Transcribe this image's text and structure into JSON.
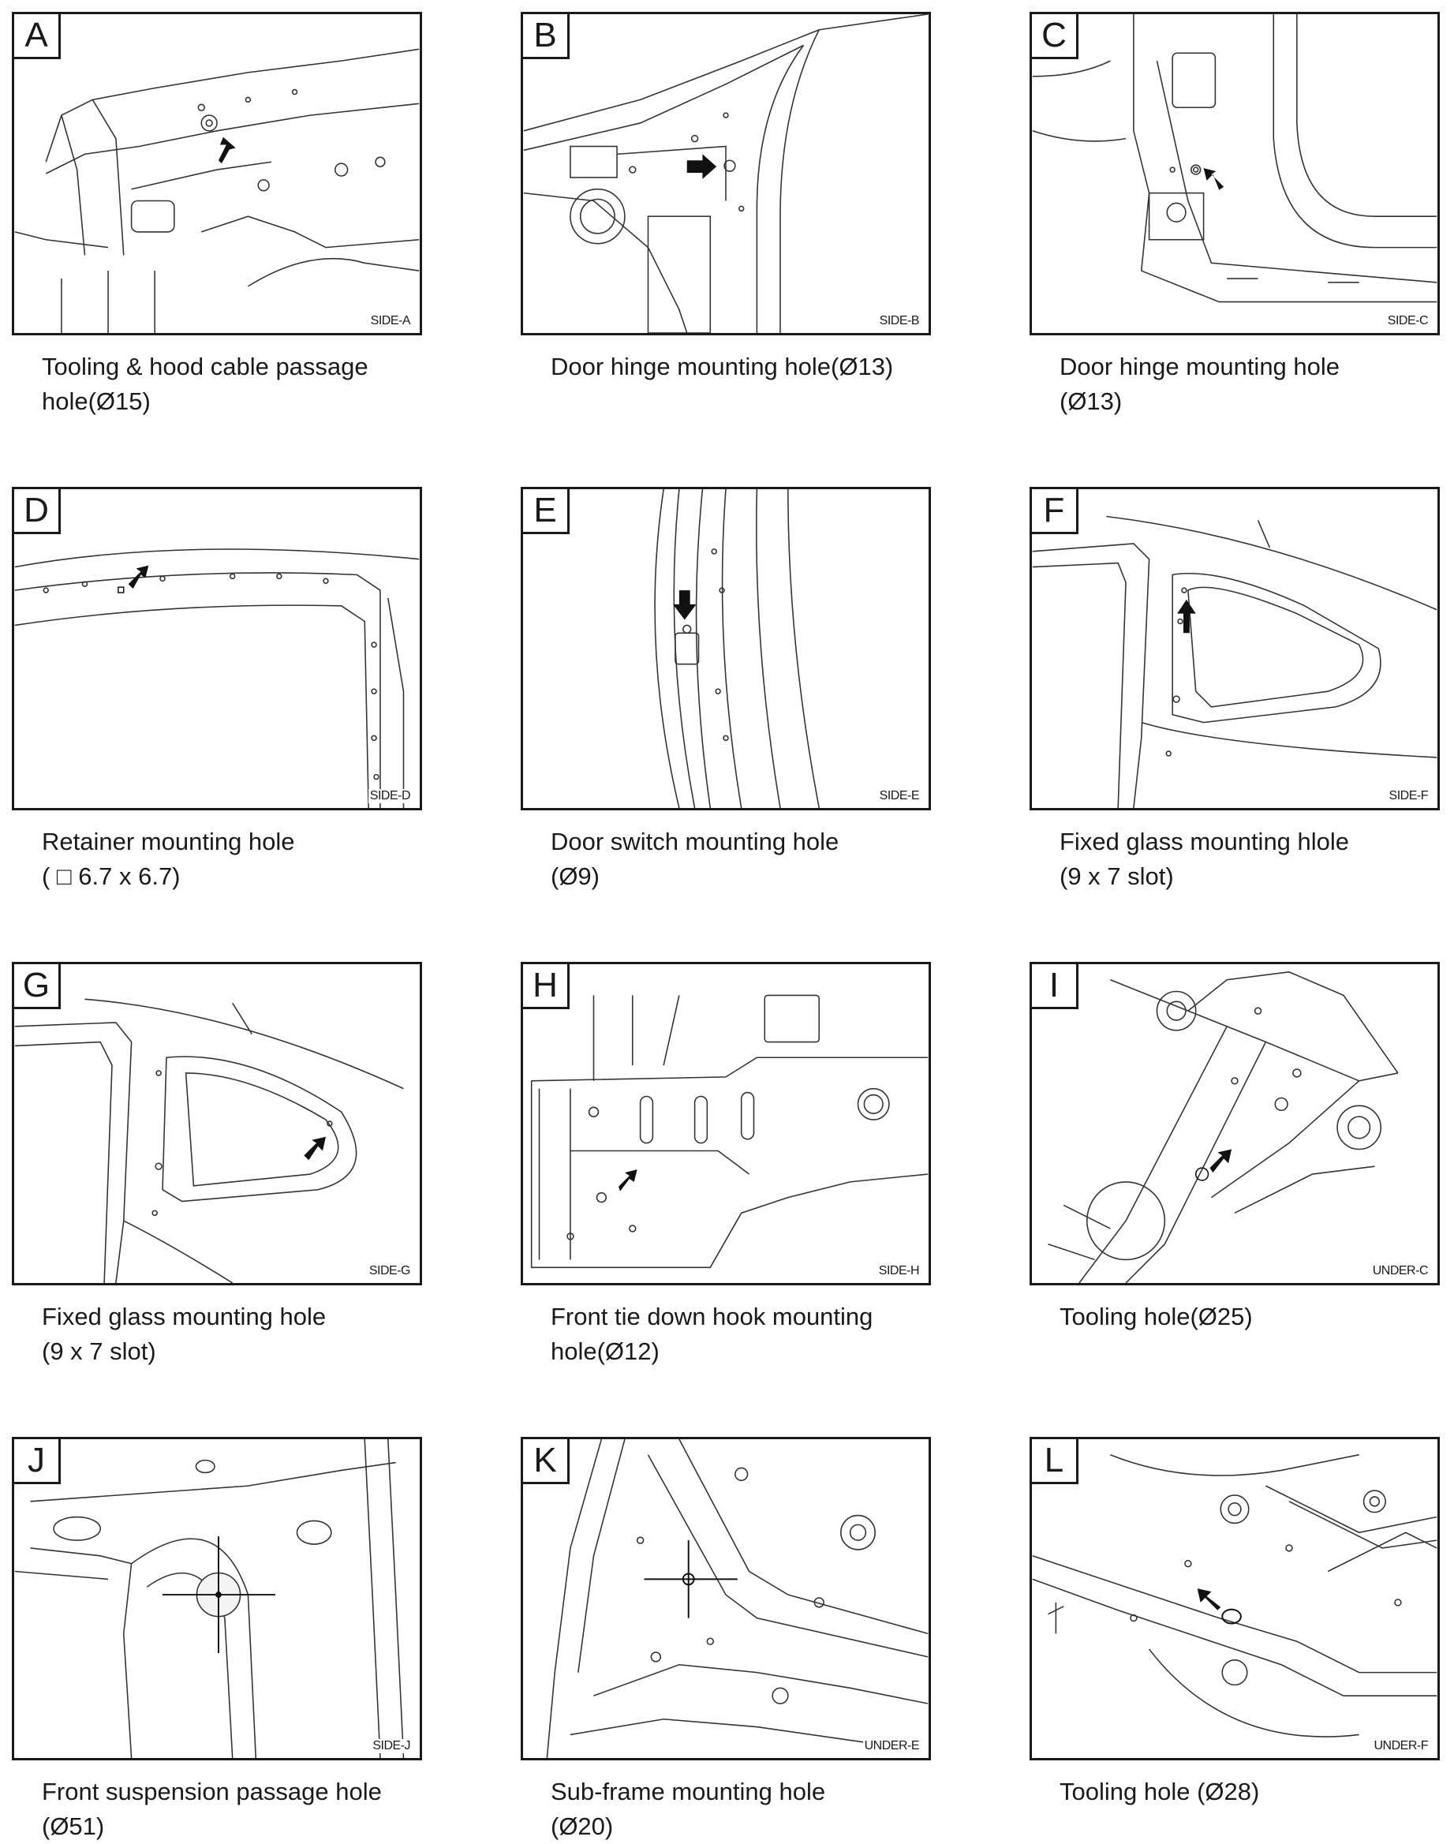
{
  "panels": [
    {
      "letter": "A",
      "view": "SIDE-A",
      "caption": "Tooling & hood cable passage\nhole(Ø15)"
    },
    {
      "letter": "B",
      "view": "SIDE-B",
      "caption": "Door hinge mounting hole(Ø13)"
    },
    {
      "letter": "C",
      "view": "SIDE-C",
      "caption": "Door hinge mounting hole\n(Ø13)"
    },
    {
      "letter": "D",
      "view": "SIDE-D",
      "caption": "Retainer mounting hole\n( □ 6.7 x 6.7)"
    },
    {
      "letter": "E",
      "view": "SIDE-E",
      "caption": "Door switch mounting hole\n(Ø9)"
    },
    {
      "letter": "F",
      "view": "SIDE-F",
      "caption": "Fixed glass mounting hlole\n(9 x 7 slot)"
    },
    {
      "letter": "G",
      "view": "SIDE-G",
      "caption": "Fixed glass mounting hole\n(9 x 7 slot)"
    },
    {
      "letter": "H",
      "view": "SIDE-H",
      "caption": "Front tie down hook mounting\nhole(Ø12)"
    },
    {
      "letter": "I",
      "view": "UNDER-C",
      "caption": "Tooling hole(Ø25)"
    },
    {
      "letter": "J",
      "view": "SIDE-J",
      "caption": "Front suspension passage hole\n(Ø51)"
    },
    {
      "letter": "K",
      "view": "UNDER-E",
      "caption": "Sub-frame mounting hole\n(Ø20)"
    },
    {
      "letter": "L",
      "view": "UNDER-F",
      "caption": "Tooling hole (Ø28)"
    }
  ]
}
